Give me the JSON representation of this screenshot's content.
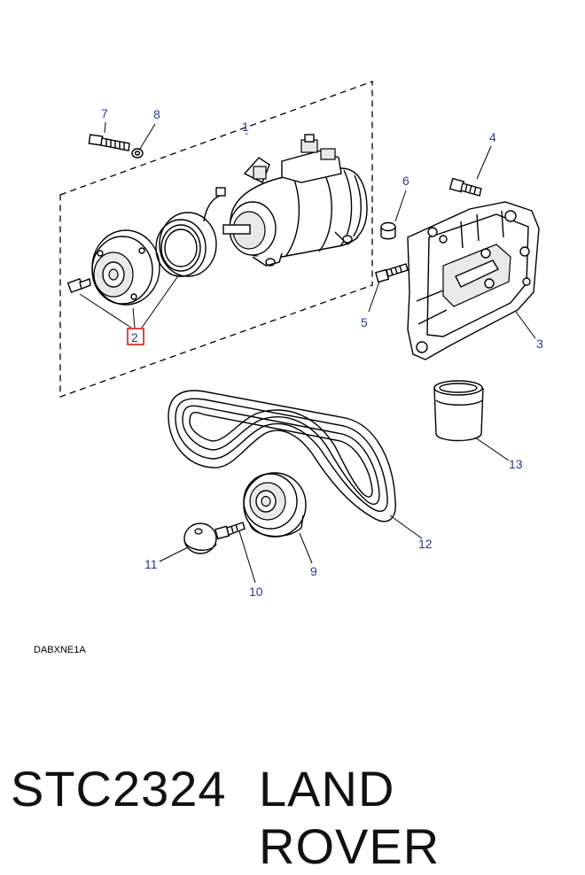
{
  "diagram": {
    "callouts": [
      {
        "id": "1",
        "label": "1"
      },
      {
        "id": "2",
        "label": "2"
      },
      {
        "id": "3",
        "label": "3"
      },
      {
        "id": "4",
        "label": "4"
      },
      {
        "id": "5",
        "label": "5"
      },
      {
        "id": "6",
        "label": "6"
      },
      {
        "id": "7",
        "label": "7"
      },
      {
        "id": "8",
        "label": "8"
      },
      {
        "id": "9",
        "label": "9"
      },
      {
        "id": "10",
        "label": "10"
      },
      {
        "id": "11",
        "label": "11"
      },
      {
        "id": "12",
        "label": "12"
      },
      {
        "id": "13",
        "label": "13"
      }
    ],
    "highlighted_callout": "2",
    "highlight_color": "#e0302a",
    "callout_color": "#2a3a8c",
    "drawing_code": "DABXNE1A"
  },
  "caption": {
    "part_number": "STC2324",
    "brand": "LAND ROVER"
  }
}
